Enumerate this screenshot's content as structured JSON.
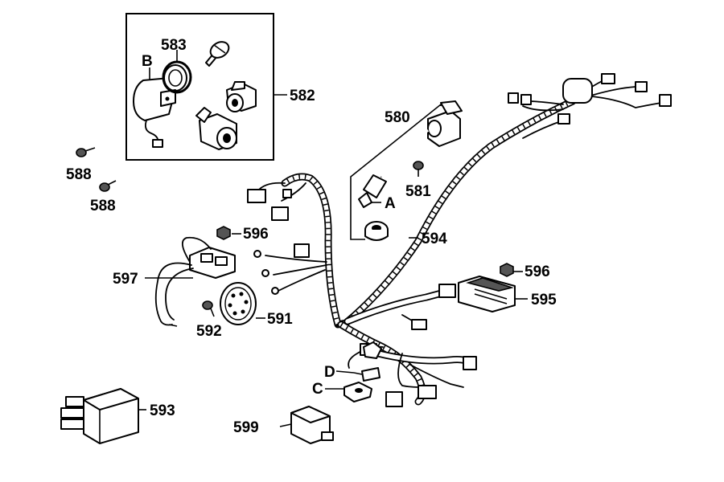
{
  "labels": {
    "l580": "580",
    "l581": "581",
    "l582": "582",
    "l583": "583",
    "lB": "B",
    "l588a": "588",
    "l588b": "588",
    "l591": "591",
    "l592": "592",
    "l593": "593",
    "l594": "594",
    "l595": "595",
    "l596a": "596",
    "l596b": "596",
    "l597": "597",
    "l599": "599",
    "lA": "A",
    "lC": "C",
    "lD": "D"
  }
}
